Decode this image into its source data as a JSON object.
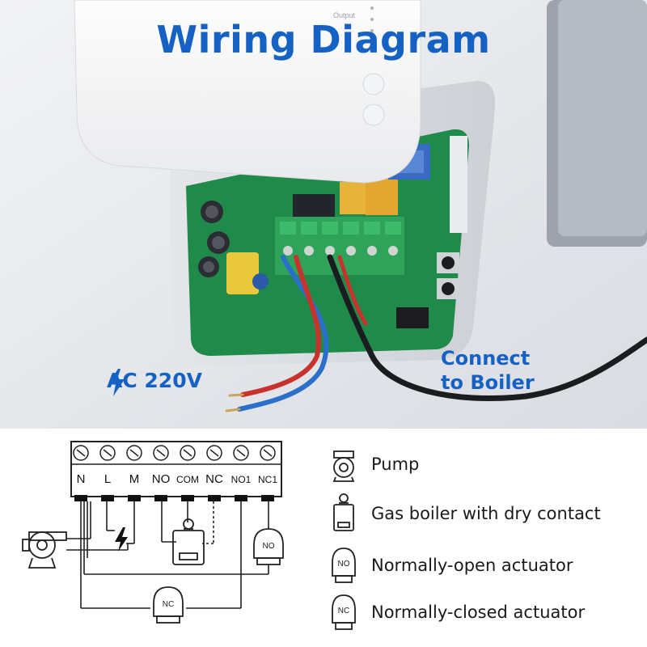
{
  "title": "Wiring Diagram",
  "device": {
    "indicator_label": "Output"
  },
  "callouts": {
    "power": "AC 220V",
    "boiler_line1": "Connect",
    "boiler_line2": "to Boiler"
  },
  "terminals": [
    "N",
    "L",
    "M",
    "NO",
    "COM",
    "NC",
    "NO1",
    "NC1"
  ],
  "actuator_labels": {
    "normally_open": "NO",
    "normally_closed": "NC"
  },
  "legend": [
    {
      "icon": "pump-icon",
      "label": "Pump"
    },
    {
      "icon": "gas-boiler-icon",
      "label": "Gas boiler with dry contact"
    },
    {
      "icon": "normally-open-actuator-icon",
      "label": "Normally-open actuator"
    },
    {
      "icon": "normally-closed-actuator-icon",
      "label": "Normally-closed actuator"
    }
  ],
  "colors": {
    "accent": "#1662c4",
    "pcb": "#1f8a4a",
    "terminal_block": "#2fa35a",
    "wire_red": "#c8322c",
    "wire_blue": "#2a6fc9",
    "relay": "#e8b33a"
  }
}
